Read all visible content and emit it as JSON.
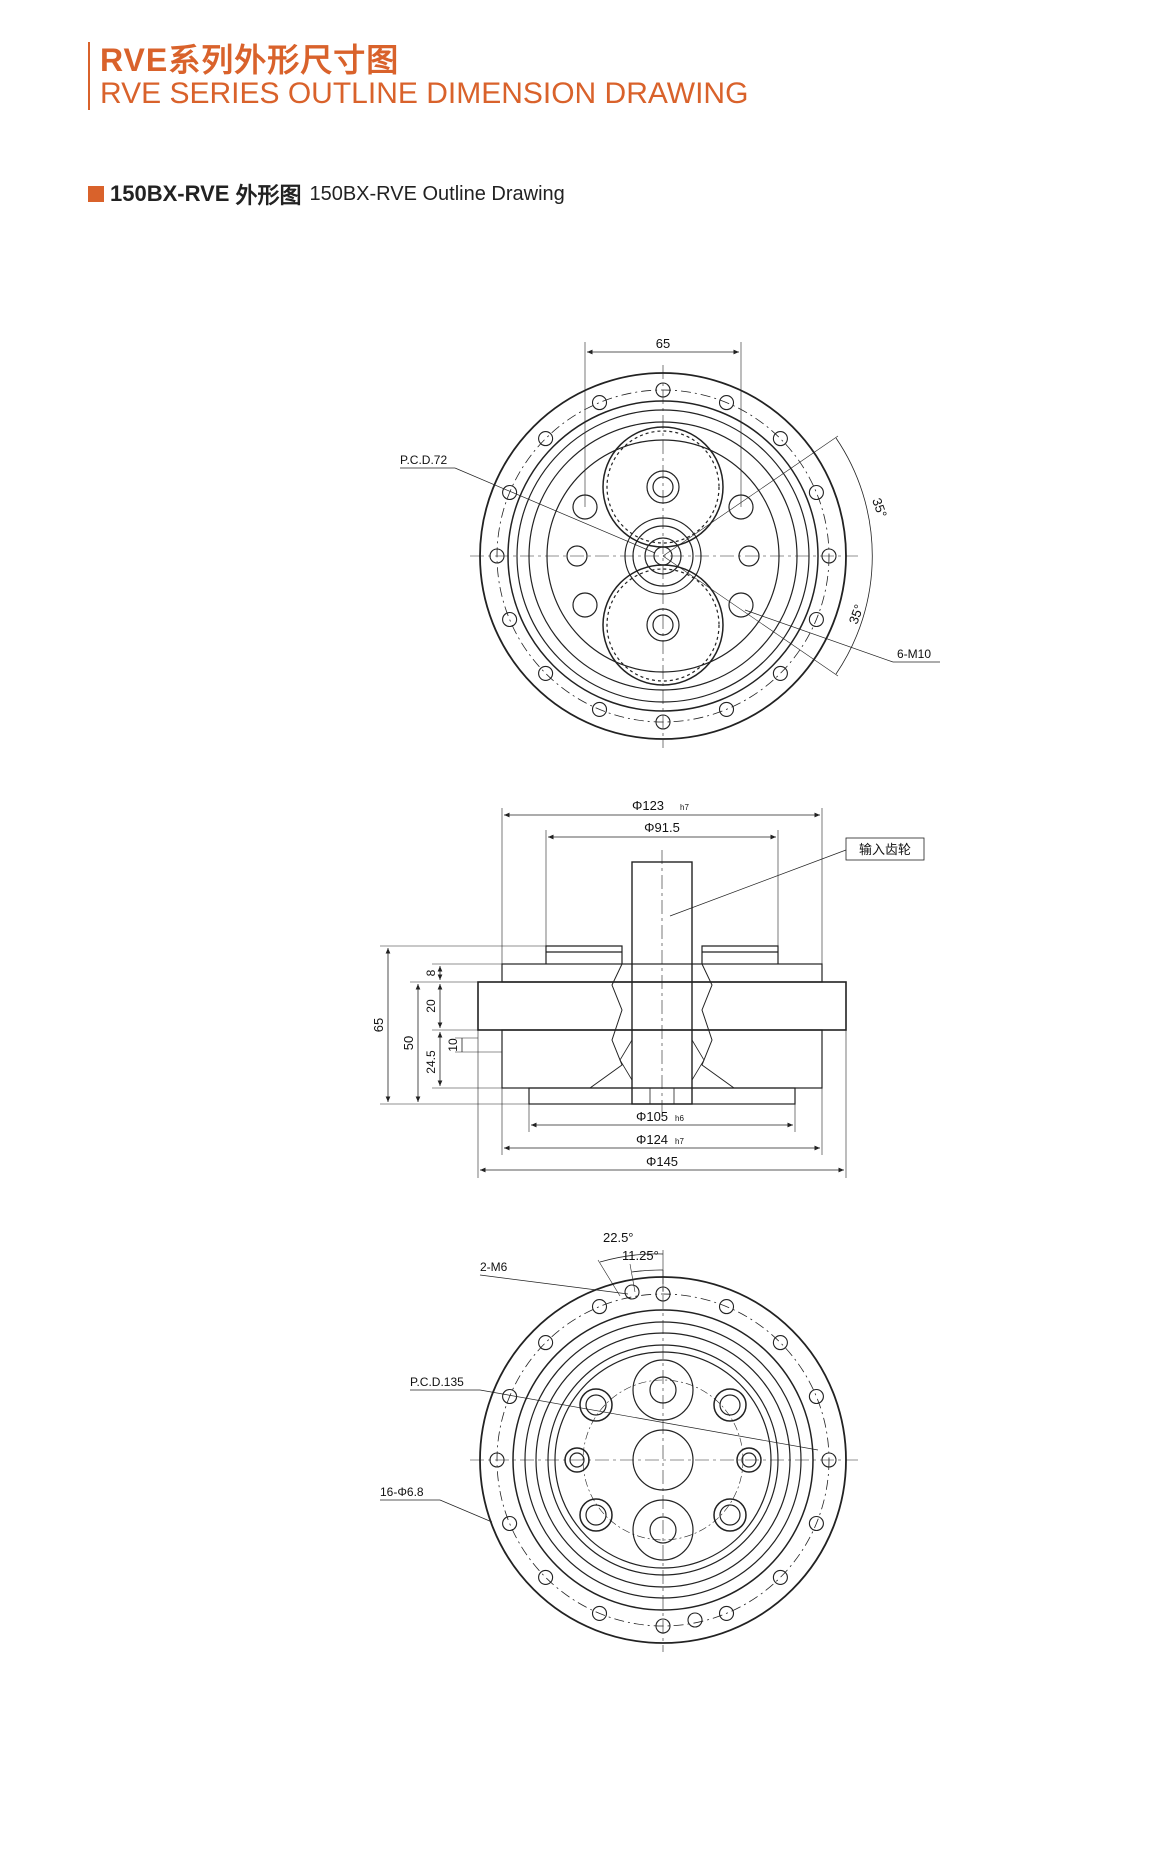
{
  "header": {
    "title_cn": "RVE系列外形尺寸图",
    "title_en": "RVE SERIES OUTLINE DIMENSION DRAWING"
  },
  "section": {
    "code": "150BX-RVE",
    "title_cn": "外形图",
    "title_en": "150BX-RVE Outline Drawing"
  },
  "top_view": {
    "dim_width": "65",
    "pcd": "P.C.D.72",
    "angle_upper": "35°",
    "angle_lower": "35°",
    "holes": "6-M10"
  },
  "side_view": {
    "d_top_outer": "Φ123",
    "d_top_outer_tol": "h7",
    "d_top_inner": "Φ91.5",
    "input_gear": "输入齿轮",
    "h_total": "65",
    "h_50": "50",
    "h_8": "8",
    "h_20": "20",
    "h_10": "10",
    "h_24_5": "24.5",
    "d_bottom_105": "Φ105",
    "d_bottom_105_tol": "h6",
    "d_bottom_124": "Φ124",
    "d_bottom_124_tol": "h7",
    "d_bottom_145": "Φ145"
  },
  "bottom_view": {
    "angle_22_5": "22.5°",
    "angle_11_25": "11.25°",
    "holes_m6": "2-M6",
    "pcd": "P.C.D.135",
    "holes_16": "16-Φ6.8"
  }
}
